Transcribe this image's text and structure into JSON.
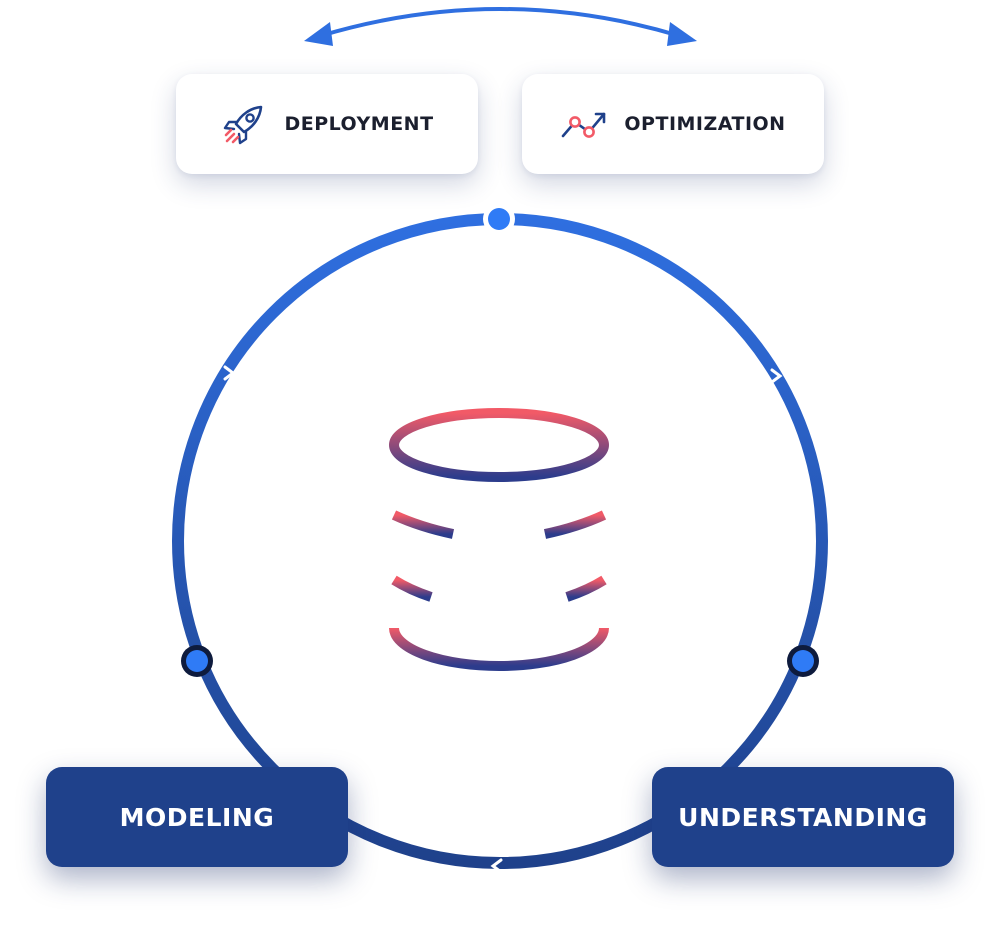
{
  "stages": {
    "deployment": {
      "label": "DEPLOYMENT",
      "icon": "rocket-icon"
    },
    "optimization": {
      "label": "OPTIMIZATION",
      "icon": "trend-up-chart-icon"
    },
    "modeling": {
      "label": "MODELING"
    },
    "understanding": {
      "label": "UNDERSTANDING"
    }
  },
  "center_icon": "database-icon",
  "colors": {
    "cycle_blue": "#2f6fe0",
    "cycle_navy": "#1f418b",
    "node_blue": "#2f7bf6",
    "dark_card": "#1f418b",
    "gradient_top": "#f25a67",
    "gradient_bottom": "#2c3c8c",
    "label_text": "#1b1f2e"
  }
}
